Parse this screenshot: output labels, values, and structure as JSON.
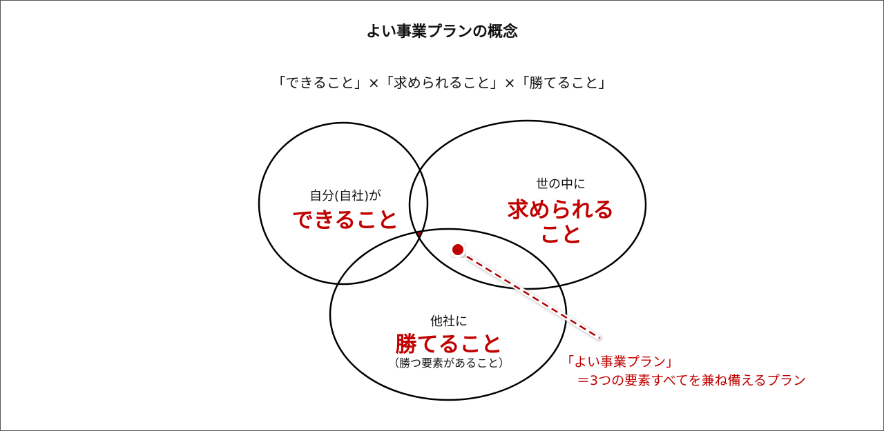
{
  "title": "よい事業プランの概念",
  "subtitle": "「できること」×「求められること」×「勝てること」",
  "circles": {
    "can_do": {
      "sub": "自分(自社)が",
      "main": "できること"
    },
    "needed": {
      "sub": "世の中に",
      "main_line1": "求められる",
      "main_line2": "こと"
    },
    "win": {
      "sub": "他社に",
      "main": "勝てること",
      "note": "（勝つ要素があること）"
    }
  },
  "annotation": {
    "line1": "「よい事業プラン」",
    "line2": "＝3つの要素すべてを兼ね備えるプラン"
  },
  "colors": {
    "accent": "#c00000"
  }
}
